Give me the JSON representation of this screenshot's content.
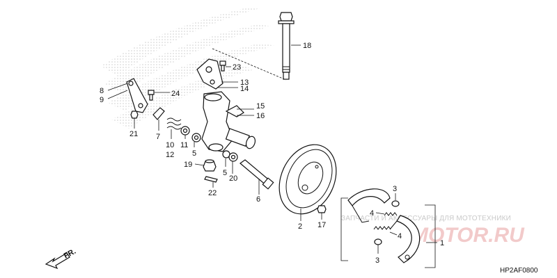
{
  "callouts": [
    {
      "id": "c18",
      "text": "18"
    },
    {
      "id": "c23",
      "text": "23"
    },
    {
      "id": "c13",
      "text": "13"
    },
    {
      "id": "c14",
      "text": "14"
    },
    {
      "id": "c8",
      "text": "8"
    },
    {
      "id": "c9",
      "text": "9"
    },
    {
      "id": "c24",
      "text": "24"
    },
    {
      "id": "c15",
      "text": "15"
    },
    {
      "id": "c16",
      "text": "16"
    },
    {
      "id": "c21",
      "text": "21"
    },
    {
      "id": "c7",
      "text": "7"
    },
    {
      "id": "c10",
      "text": "10"
    },
    {
      "id": "c12",
      "text": "12"
    },
    {
      "id": "c11",
      "text": "11"
    },
    {
      "id": "c5a",
      "text": "5"
    },
    {
      "id": "c19",
      "text": "19"
    },
    {
      "id": "c5b",
      "text": "5"
    },
    {
      "id": "c20",
      "text": "20"
    },
    {
      "id": "c22",
      "text": "22"
    },
    {
      "id": "c6",
      "text": "6"
    },
    {
      "id": "c2",
      "text": "2"
    },
    {
      "id": "c17",
      "text": "17"
    },
    {
      "id": "c3a",
      "text": "3"
    },
    {
      "id": "c4a",
      "text": "4"
    },
    {
      "id": "c1",
      "text": "1"
    },
    {
      "id": "c4b",
      "text": "4"
    },
    {
      "id": "c3b",
      "text": "3"
    }
  ],
  "direction_label": "FR.",
  "diagram_code": "HP2AF0800",
  "watermark_top": "ЗАПЧАСТИ И АКСЕССУАРЫ ДЛЯ МОТОТЕХНИКИ",
  "watermark_main": "MOTOR.RU",
  "colors": {
    "line": "#111111",
    "watermark_red": "#e8a0a0",
    "watermark_gray": "#c9c9c9",
    "honda_shadow": "#d0d0d0"
  }
}
